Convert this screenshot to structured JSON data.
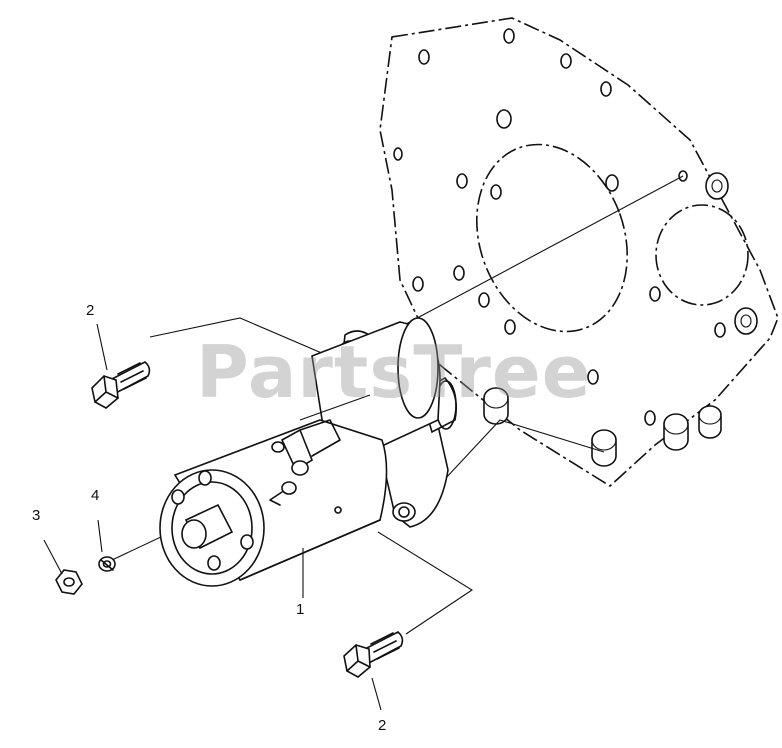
{
  "watermark": "PartsTree",
  "callouts": {
    "starter": "1",
    "bolt_upper": "2",
    "bolt_lower": "2",
    "nut": "3",
    "washer": "4"
  }
}
